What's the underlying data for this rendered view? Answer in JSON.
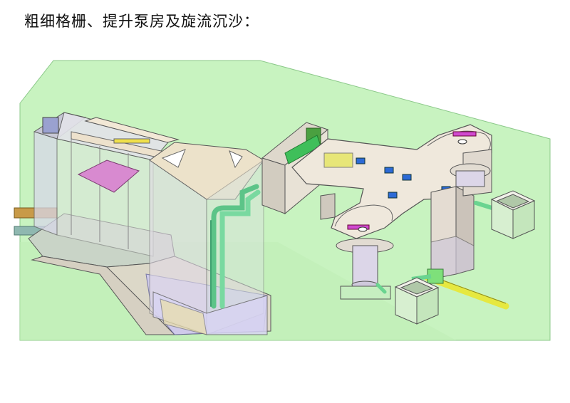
{
  "page": {
    "title": "粗细格栅、提升泵房及旋流沉沙："
  },
  "diagram": {
    "components": [
      {
        "name": "ground-plane",
        "color": "#c8f3c0"
      },
      {
        "name": "screen-channel",
        "color": "#d8d8e6"
      },
      {
        "name": "lift-pump-house",
        "color": "#e6dcc6"
      },
      {
        "name": "vortex-grit-chamber",
        "color": "#ece6da"
      },
      {
        "name": "inlet-pipe",
        "color": "#c89a48"
      },
      {
        "name": "lift-pipe",
        "color": "#6ad490"
      },
      {
        "name": "outlet-pipe",
        "color": "#e6e840"
      },
      {
        "name": "sump-box-left",
        "color": "#d8f0d0"
      },
      {
        "name": "sump-box-right",
        "color": "#d8f0d0"
      }
    ]
  }
}
